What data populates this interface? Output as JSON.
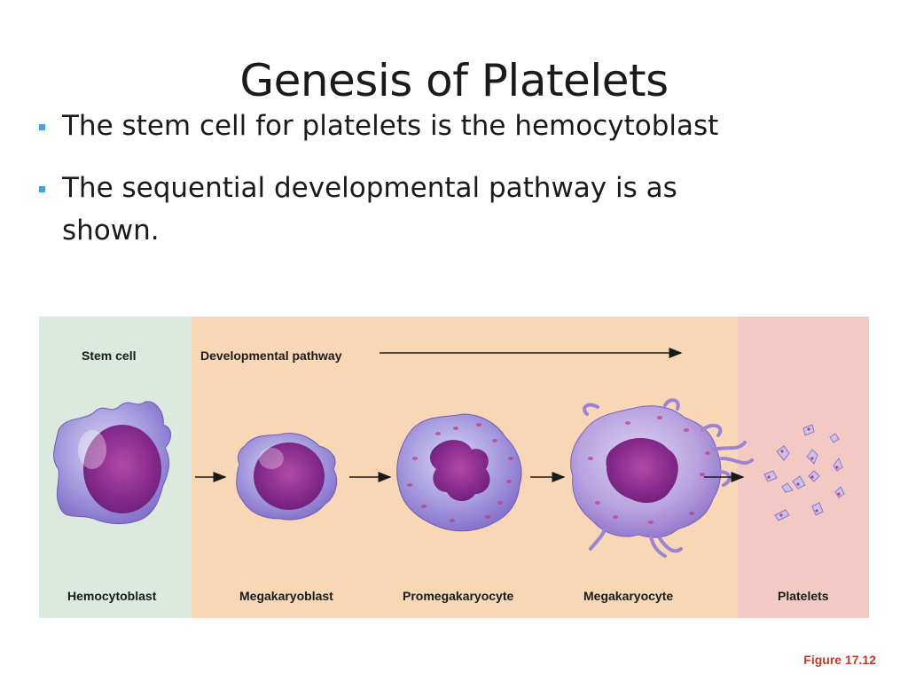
{
  "slide": {
    "title": "Genesis of Platelets",
    "bullets": [
      "The stem cell for platelets is the hemocytoblast",
      "The sequential developmental pathway is as shown."
    ],
    "bullet_marker_color": "#4aa3d8"
  },
  "figure": {
    "header_stem": "Stem cell",
    "header_pathway": "Developmental pathway",
    "stages": [
      "Hemocytoblast",
      "Megakaryoblast",
      "Promegakaryocyte",
      "Megakaryocyte",
      "Platelets"
    ],
    "panel_colors": {
      "stem": "#dbe9df",
      "pathway": "#f8d7b6",
      "platelets": "#f2c9c3"
    },
    "caption": "Figure 17.12"
  }
}
